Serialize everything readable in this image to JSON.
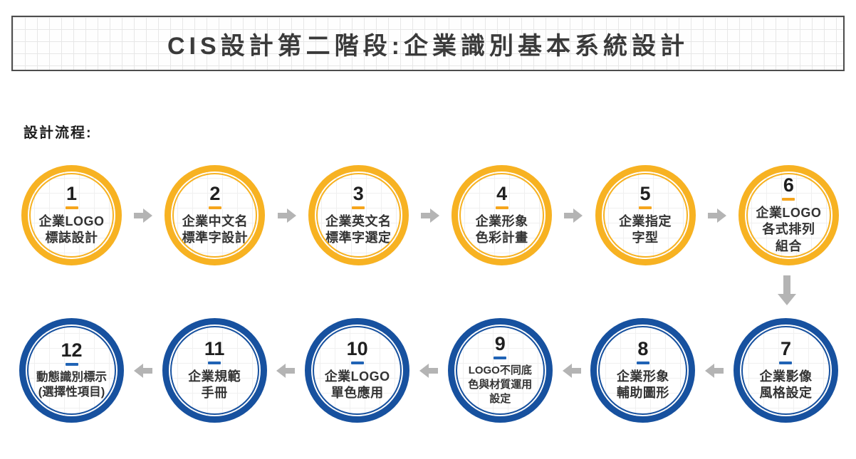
{
  "header": {
    "title": "CIS設計第二階段:企業識別基本系統設計"
  },
  "flow_label": "設計流程:",
  "palette": {
    "phase1_ring": "#F7B222",
    "phase1_dash": "#F5A51D",
    "phase2_ring": "#17519F",
    "phase2_dash": "#2063B5",
    "arrow_gray": "#B4B4B4",
    "grid_line": "#E7E7E7",
    "text_dark": "#333333"
  },
  "steps": [
    {
      "number": "1",
      "lines": [
        "企業LOGO",
        "標誌設計"
      ]
    },
    {
      "number": "2",
      "lines": [
        "企業中文名",
        "標準字設計"
      ]
    },
    {
      "number": "3",
      "lines": [
        "企業英文名",
        "標準字選定"
      ]
    },
    {
      "number": "4",
      "lines": [
        "企業形象",
        "色彩計畫"
      ]
    },
    {
      "number": "5",
      "lines": [
        "企業指定",
        "字型"
      ]
    },
    {
      "number": "6",
      "lines": [
        "企業LOGO",
        "各式排列",
        "組合"
      ]
    },
    {
      "number": "7",
      "lines": [
        "企業影像",
        "風格設定"
      ]
    },
    {
      "number": "8",
      "lines": [
        "企業形象",
        "輔助圖形"
      ]
    },
    {
      "number": "9",
      "lines": [
        "LOGO不同底",
        "色與材質運用",
        "設定"
      ]
    },
    {
      "number": "10",
      "lines": [
        "企業LOGO",
        "單色應用"
      ]
    },
    {
      "number": "11",
      "lines": [
        "企業規範",
        "手冊"
      ]
    },
    {
      "number": "12",
      "lines": [
        "動態識別標示",
        "(選擇性項目)"
      ]
    }
  ]
}
